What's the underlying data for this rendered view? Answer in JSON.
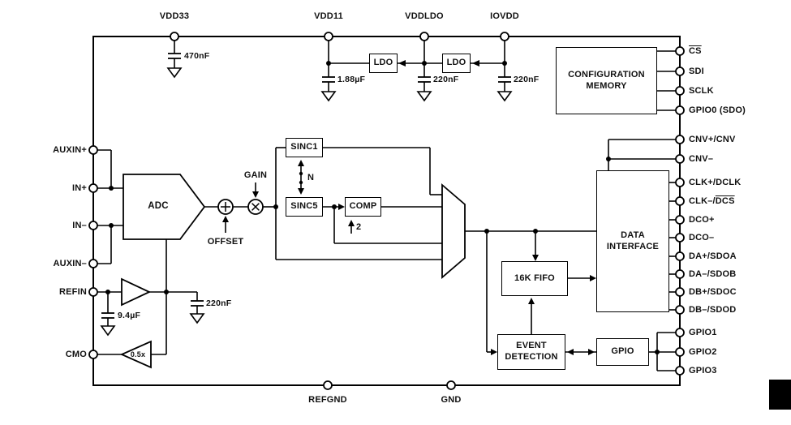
{
  "figure": {
    "bg_color": "#ffffff",
    "line_color": "#000000"
  },
  "top_pins": [
    "VDD33",
    "VDD11",
    "VDDLDO",
    "IOVDD"
  ],
  "left_pins": [
    "AUXIN+",
    "IN+",
    "IN–",
    "AUXIN–",
    "REFIN",
    "CMO"
  ],
  "bottom_pins": [
    "REFGND",
    "GND"
  ],
  "right_pins": [
    {
      "pre": "",
      "over": "CS"
    },
    {
      "pre": "SDI",
      "over": ""
    },
    {
      "pre": "SCLK",
      "over": ""
    },
    {
      "pre": "GPIO0 (SDO)",
      "over": ""
    },
    {
      "pre": "CNV+/CNV",
      "over": ""
    },
    {
      "pre": "CNV–",
      "over": ""
    },
    {
      "pre": "CLK+/DCLK",
      "over": ""
    },
    {
      "pre": "CLK–/",
      "over": "DCS"
    },
    {
      "pre": "DCO+",
      "over": ""
    },
    {
      "pre": "DCO–",
      "over": ""
    },
    {
      "pre": "DA+/SDOA",
      "over": ""
    },
    {
      "pre": "DA–/SDOB",
      "over": ""
    },
    {
      "pre": "DB+/SDOC",
      "over": ""
    },
    {
      "pre": "DB–/SDOD",
      "over": ""
    },
    {
      "pre": "GPIO1",
      "over": ""
    },
    {
      "pre": "GPIO2",
      "over": ""
    },
    {
      "pre": "GPIO3",
      "over": ""
    }
  ],
  "blocks": {
    "config_memory": "CONFIGURATION MEMORY",
    "ldo1": "LDO",
    "ldo2": "LDO",
    "adc": "ADC",
    "sinc1": "SINC1",
    "sinc5": "SINC5",
    "comp": "COMP",
    "fifo": "16K FIFO",
    "event_detection": "EVENT DETECTION",
    "gpio": "GPIO",
    "data_interface": "DATA INTERFACE"
  },
  "labels": {
    "gain": "GAIN",
    "offset": "OFFSET",
    "decimation": "N",
    "interpolation": "2",
    "cmo_gain": "0.5x"
  },
  "capacitors": {
    "vdd33": "470nF",
    "vdd11": "1.88µF",
    "vddldo": "220nF",
    "iovdd": "220nF",
    "refin": "9.4µF",
    "ref": "220nF"
  }
}
